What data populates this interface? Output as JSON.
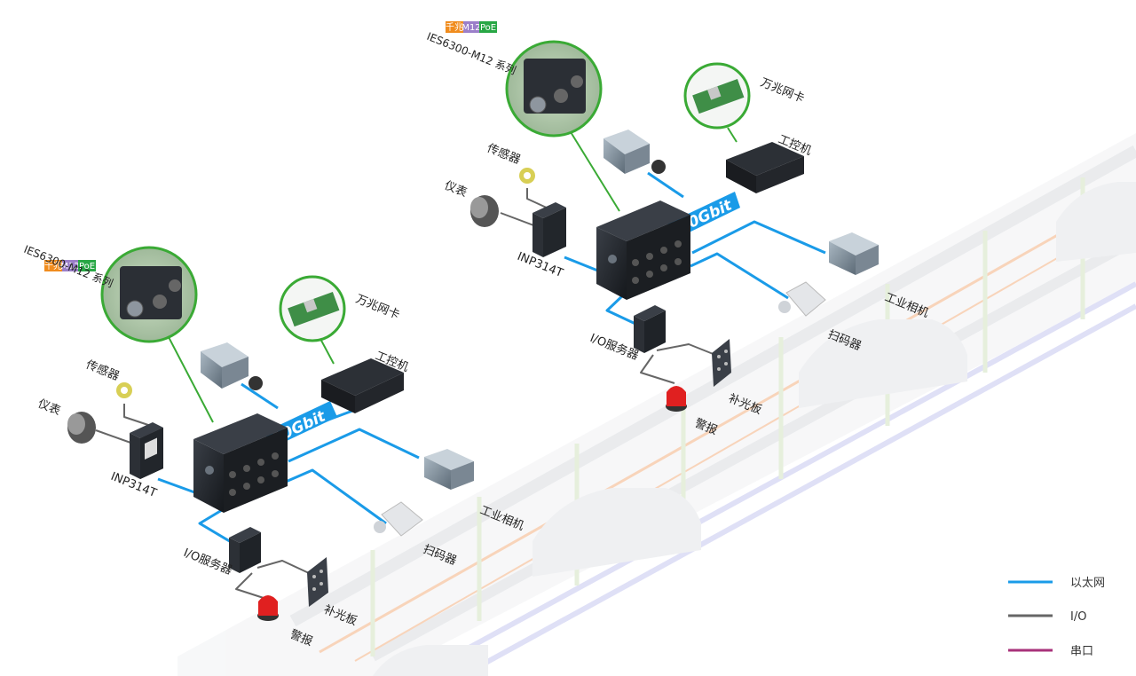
{
  "groups": [
    {
      "tags": [
        "千兆",
        "M12",
        "PoE"
      ],
      "series": "IES6300-M12 系列",
      "nic": "万兆网卡",
      "ipc": "工控机",
      "sensor": "传感器",
      "meter": "仪表",
      "inp": "INP314T",
      "gbit": "10Gbit",
      "camera": "工业相机",
      "scanner": "扫码器",
      "io": "I/O服务器",
      "light": "补光板",
      "alarm": "警报"
    },
    {
      "tags": [
        "千兆",
        "M12",
        "PoE"
      ],
      "series": "IES6300-M12 系列",
      "nic": "万兆网卡",
      "ipc": "工控机",
      "sensor": "传感器",
      "meter": "仪表",
      "inp": "INP314T",
      "gbit": "10Gbit",
      "camera": "工业相机",
      "scanner": "扫码器",
      "io": "I/O服务器",
      "light": "补光板",
      "alarm": "警报"
    }
  ],
  "legend": [
    {
      "label": "以太网",
      "color": "#1a9be8"
    },
    {
      "label": "I/O",
      "color": "#666666"
    },
    {
      "label": "串口",
      "color": "#a8327a"
    }
  ],
  "colors": {
    "ethernet": "#1a9be8",
    "io": "#666666",
    "serial": "#a8327a",
    "zoom_ring": "#3aaa35",
    "tag_gigabit": "#f08c1e",
    "tag_m12": "#9b7fc9",
    "tag_poe": "#28a745"
  }
}
